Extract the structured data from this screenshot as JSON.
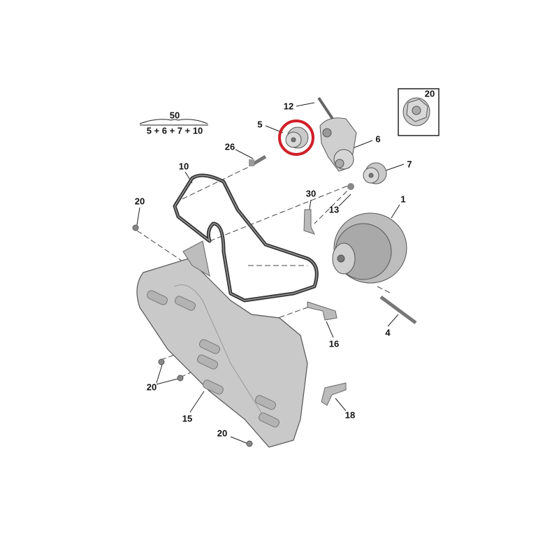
{
  "assembly": {
    "number": "50",
    "components": "5 + 6 + 7 + 10"
  },
  "callouts": {
    "c12": "12",
    "c5": "5",
    "c6": "6",
    "c7": "7",
    "c26": "26",
    "c10": "10",
    "c20_box": "20",
    "c20_a": "20",
    "c30": "30",
    "c13": "13",
    "c1": "1",
    "c4": "4",
    "c16": "16",
    "c20_b": "20",
    "c15": "15",
    "c18": "18",
    "c20_c": "20"
  },
  "highlight_color": "#d0202a"
}
